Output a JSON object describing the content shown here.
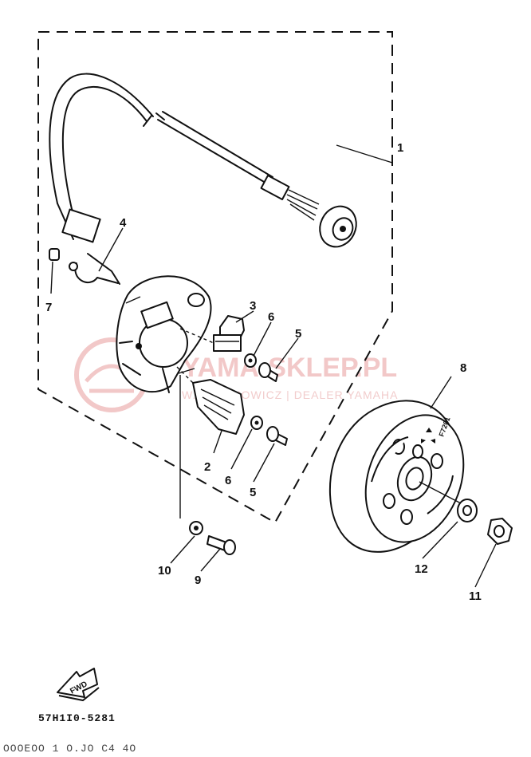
{
  "callouts": {
    "c1": "1",
    "c2": "2",
    "c3": "3",
    "c4": "4",
    "c5a": "5",
    "c5b": "5",
    "c6a": "6",
    "c6b": "6",
    "c7": "7",
    "c8": "8",
    "c9": "9",
    "c10": "10",
    "c11": "11",
    "c12": "12"
  },
  "watermark": {
    "brand": "YAMA-SKLEP.PL",
    "tagline": "W. STACHOWICZ | DEALER YAMAHA"
  },
  "fwd_label": "FWD",
  "diagram_code": "57H1I0-5281",
  "footer_code": "OOOEOO 1 O.JO    C4 4O",
  "flywheel_marking": "F7201",
  "colors": {
    "line": "#111111",
    "watermark": "#f2c8c8"
  }
}
